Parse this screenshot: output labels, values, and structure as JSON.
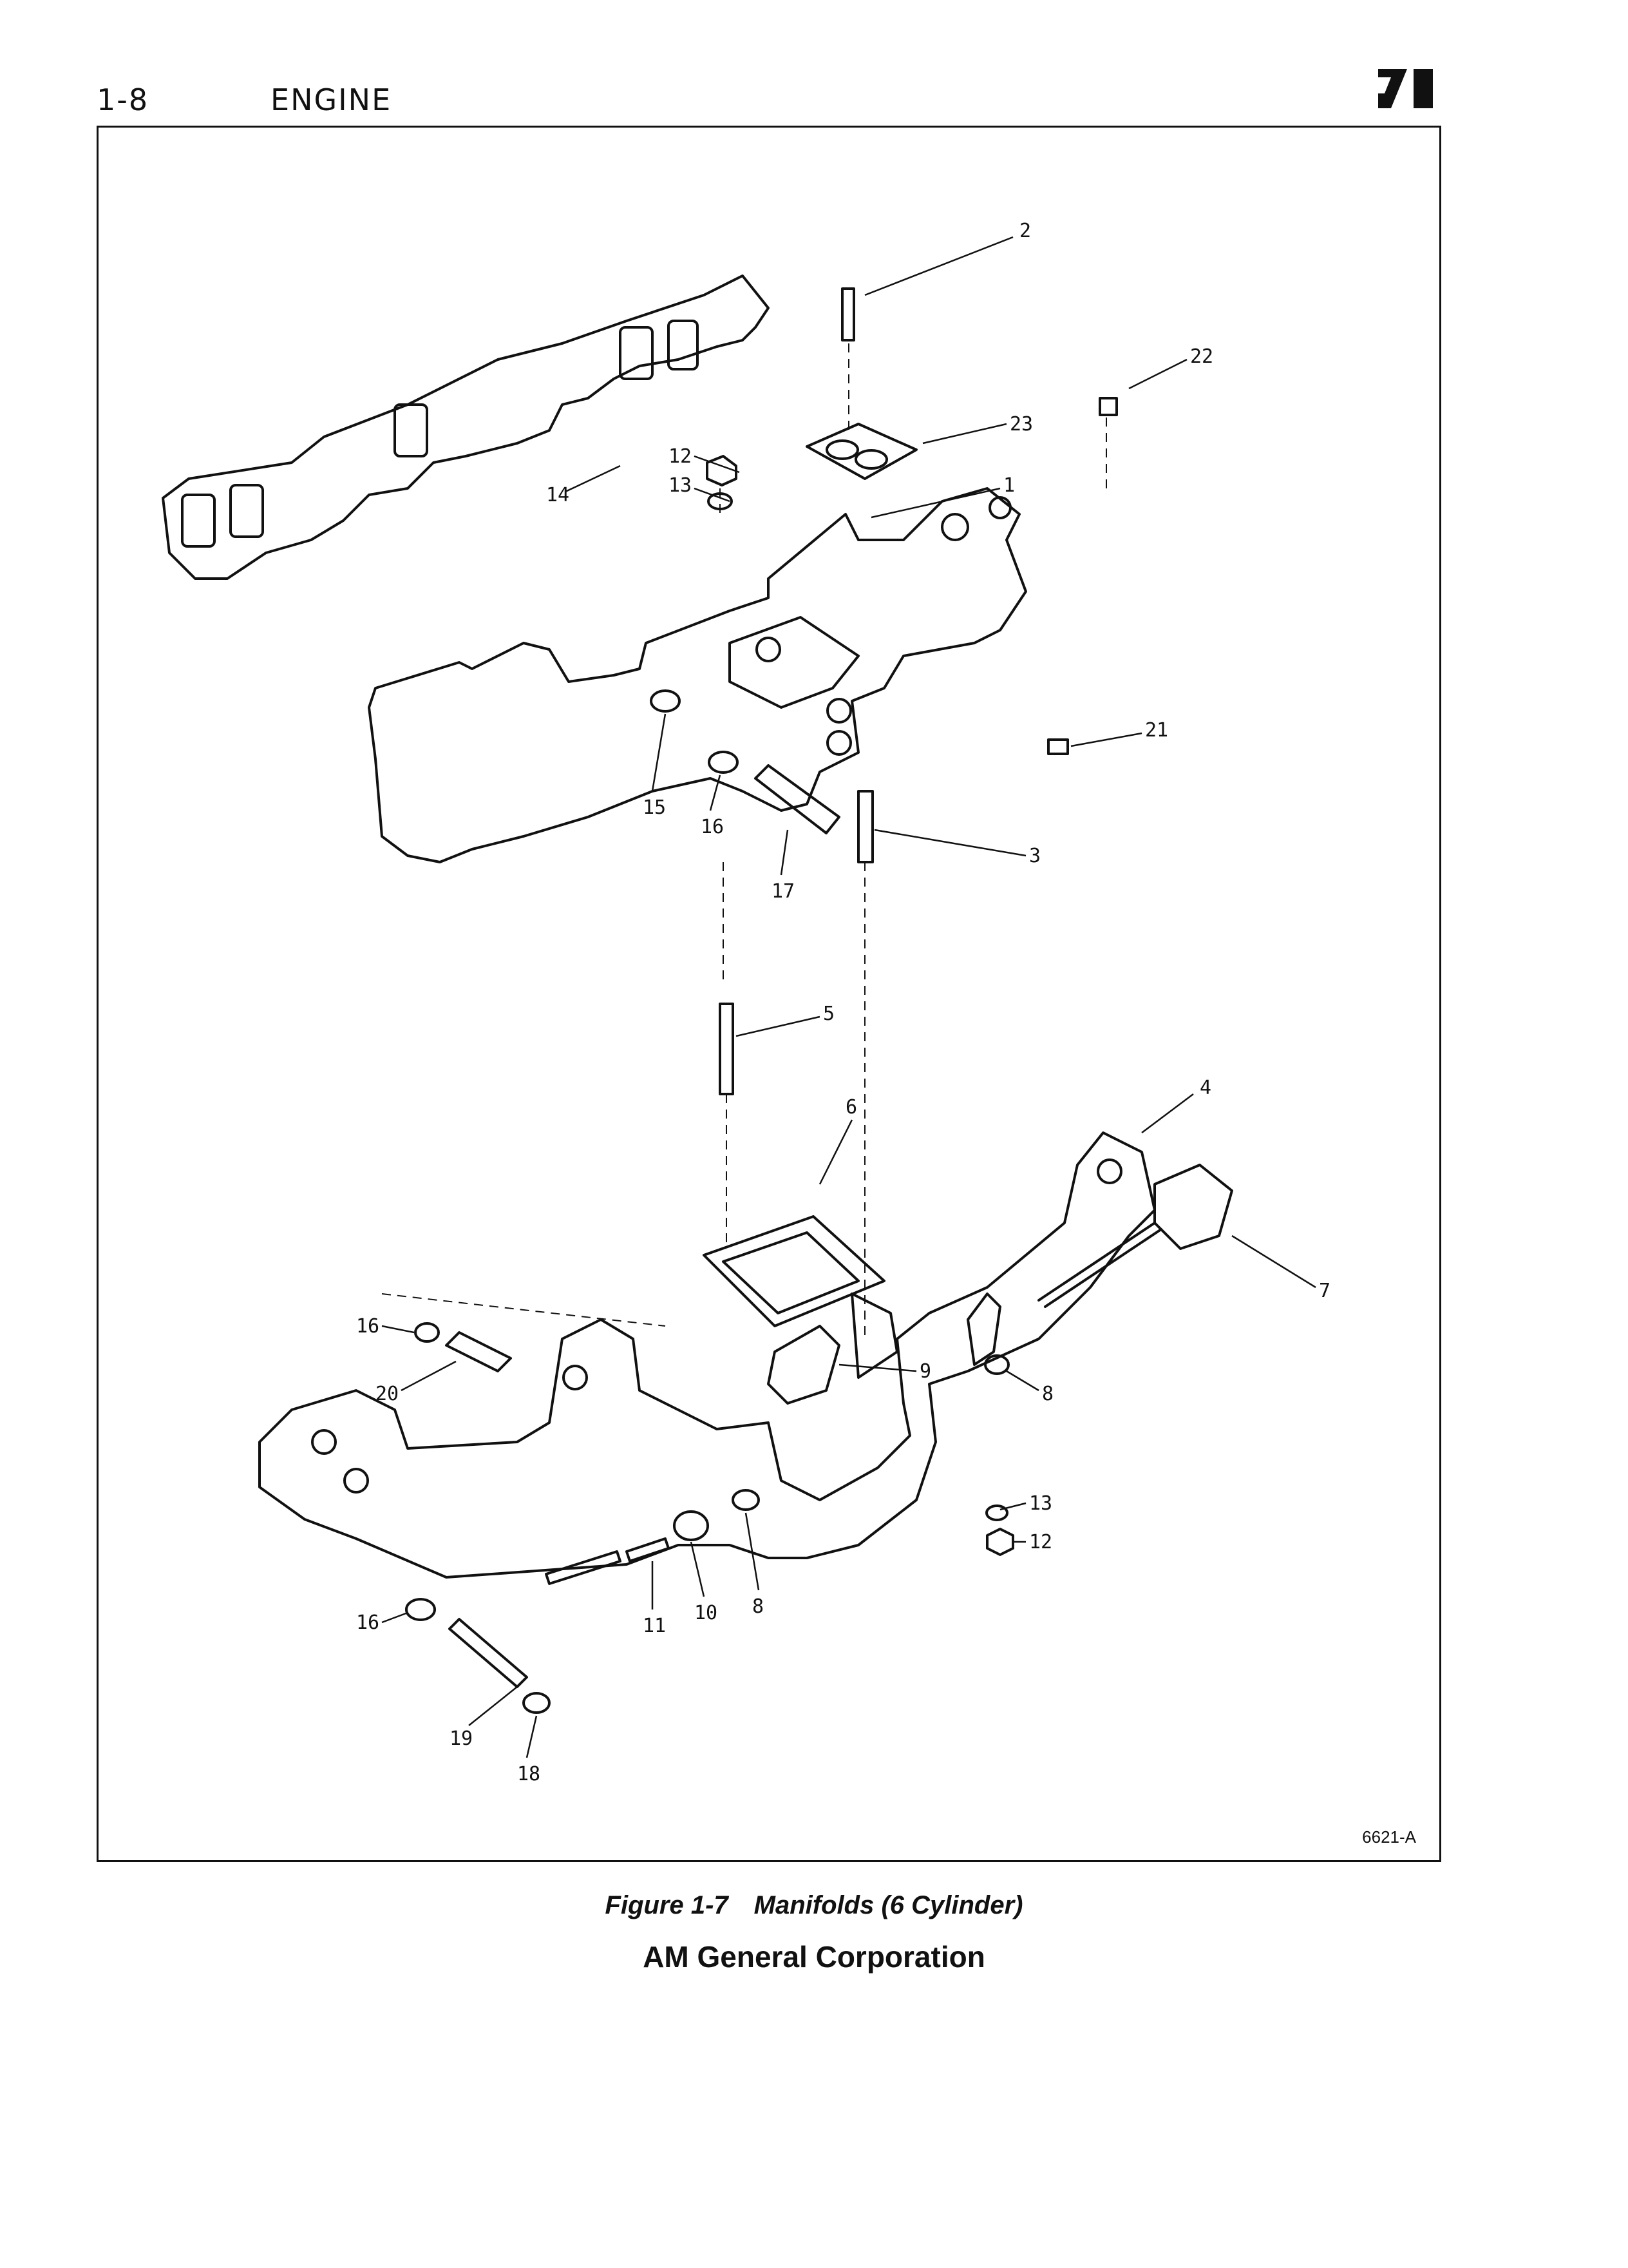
{
  "header": {
    "page_number": "1-8",
    "section": "ENGINE"
  },
  "figure": {
    "number": "Figure 1-7",
    "title": "Manifolds (6 Cylinder)",
    "drawing_id": "6621-A",
    "callouts": [
      "2",
      "22",
      "23",
      "1",
      "12",
      "13",
      "14",
      "21",
      "15",
      "16",
      "17",
      "3",
      "5",
      "4",
      "6",
      "7",
      "9",
      "8",
      "16",
      "20",
      "13",
      "12",
      "8",
      "10",
      "11",
      "16",
      "19",
      "18"
    ]
  },
  "footer": {
    "company": "AM General Corporation"
  },
  "colors": {
    "ink": "#111111",
    "paper": "#ffffff"
  }
}
